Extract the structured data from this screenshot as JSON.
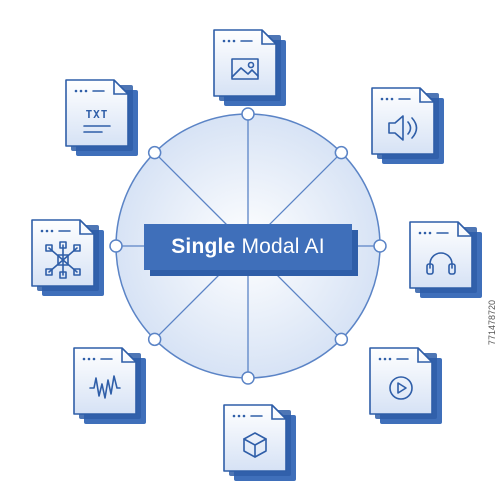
{
  "diagram": {
    "title_bold": "Single",
    "title_rest": "Modal AI",
    "colors": {
      "accent": "#3f6fba",
      "accent_dark": "#2f5ea8",
      "sphere_fill": "#e4ecf8",
      "sphere_stroke": "#5b84c6"
    },
    "nodes": [
      {
        "name": "image-file-icon"
      },
      {
        "name": "audio-file-icon"
      },
      {
        "name": "headphones-file-icon"
      },
      {
        "name": "video-file-icon"
      },
      {
        "name": "3d-model-file-icon"
      },
      {
        "name": "waveform-file-icon"
      },
      {
        "name": "network-file-icon"
      },
      {
        "name": "text-file-icon",
        "label": "TXT"
      }
    ]
  },
  "watermark": "771478720"
}
